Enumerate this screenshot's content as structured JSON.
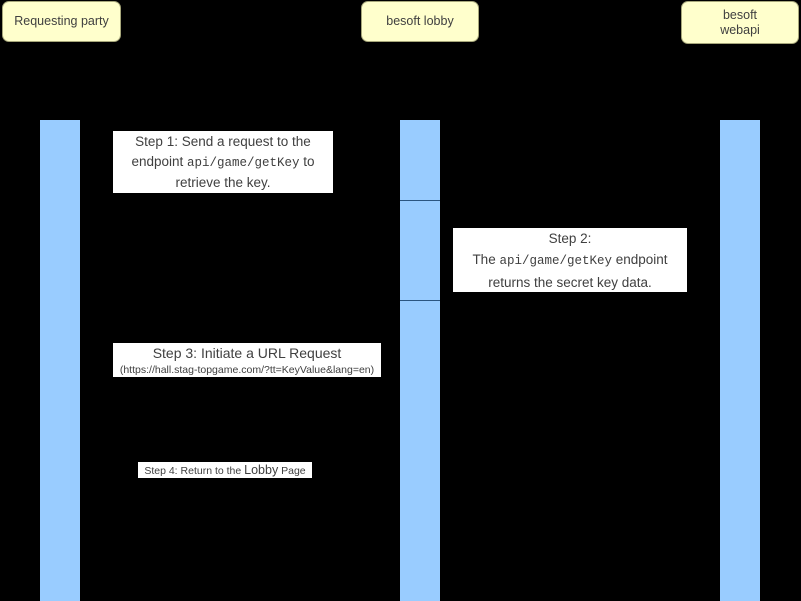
{
  "diagram": {
    "type": "uml-sequence-diagram",
    "background_color": "#000000",
    "participant_fill": "#ffffcc",
    "participant_border": "#a6a67a",
    "activation_fill": "#99ccff",
    "message_fill": "#ffffff",
    "text_color": "#404040"
  },
  "participants": [
    {
      "id": "requesting-party",
      "label": "Requesting party"
    },
    {
      "id": "besoft-lobby",
      "label": "besoft lobby"
    },
    {
      "id": "besoft-webapi",
      "label": "besoft\nwebapi"
    }
  ],
  "messages": [
    {
      "id": "step1",
      "from": "requesting-party",
      "to": "besoft-lobby",
      "line1": "Step 1: Send a request to the",
      "line2_pre": "endpoint ",
      "line2_code": "api/game/getKey",
      "line2_post": " to",
      "line3": "retrieve the key."
    },
    {
      "id": "step2",
      "from": "besoft-lobby",
      "to": "besoft-webapi",
      "line1": "Step 2:",
      "line2_pre": "The ",
      "line2_code": "api/game/getKey",
      "line2_post": " endpoint",
      "line3": "returns the secret key data."
    },
    {
      "id": "step3",
      "from": "requesting-party",
      "to": "besoft-lobby",
      "title": "Step 3: Initiate a URL Request",
      "url": "(https://hall.stag-topgame.com/?tt=KeyValue&lang=en)"
    },
    {
      "id": "step4",
      "from": "besoft-lobby",
      "to": "requesting-party",
      "pre": "Step 4: Return to the ",
      "emphasis": "Lobby",
      "post": " Page"
    }
  ]
}
